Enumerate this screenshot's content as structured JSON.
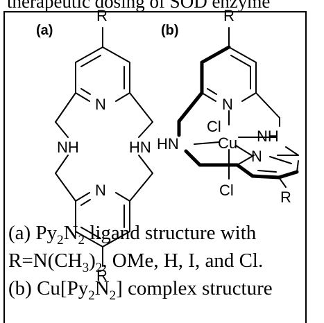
{
  "header_text": "therapeutic dosing of SOD enzyme",
  "panel_a": {
    "label": "(a)",
    "substituent_top": "R",
    "substituent_bottom": "R",
    "ring_n_top": "N",
    "ring_n_bottom": "N",
    "amine_left": "NH",
    "amine_right": "HN"
  },
  "panel_b": {
    "label": "(b)",
    "substituent_top": "R",
    "substituent_bottom": "R",
    "ring_n_top": "N",
    "ring_n_bottom": "N",
    "amine_right": "NH",
    "amine_left": "HN",
    "metal": "Cu",
    "chloride_top": "Cl",
    "chloride_bottom": "Cl"
  },
  "caption": {
    "line1": {
      "pre": "(a) Py",
      "sub1": "2",
      "mid": "N",
      "sub2": "2",
      "post": " ligand structure with"
    },
    "line2": {
      "pre": "R=N(CH",
      "sub1": "3",
      "mid": ")",
      "sub2": "2",
      "post": ", OMe, H, I, and Cl."
    },
    "line3": {
      "pre": "(b) Cu[Py",
      "sub1": "2",
      "mid": "N",
      "sub2": "2",
      "post": "] complex structure"
    }
  }
}
